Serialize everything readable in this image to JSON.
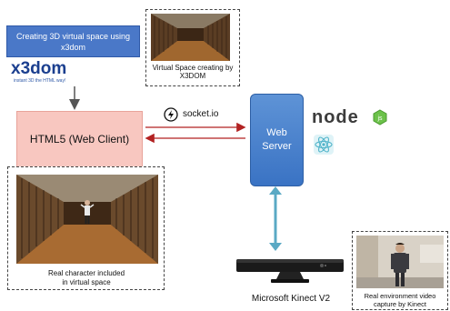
{
  "x3dom_box": {
    "label": "Creating 3D virtual space using x3dom"
  },
  "x3dom_logo": {
    "text": "x3dom",
    "tagline": "instant 3D the HTML way!"
  },
  "virtual_space": {
    "caption": "Virtual Space creating by X3DOM"
  },
  "html5": {
    "label": "HTML5 (Web Client)"
  },
  "socketio": {
    "label": "socket.io"
  },
  "web_server": {
    "line1": "Web",
    "line2": "Server"
  },
  "node": {
    "logo_text": "node",
    "badge": "js"
  },
  "real_character": {
    "caption_line1": "Real character included",
    "caption_line2": "in virtual space"
  },
  "kinect": {
    "label": "Microsoft Kinect V2"
  },
  "real_env": {
    "caption_line1": "Real environment video",
    "caption_line2": "capture by Kinect"
  },
  "colors": {
    "blue_box": "#4a78c8",
    "html5_fill": "#f8c7c0",
    "server_fill": "#4a82cc",
    "arrow_red": "#b22222",
    "arrow_teal": "#5aa9c4",
    "arrow_dark": "#555555"
  }
}
